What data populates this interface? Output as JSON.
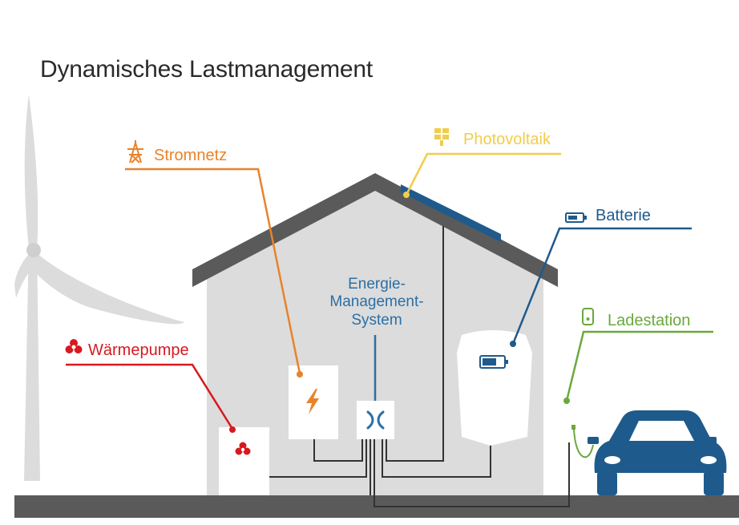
{
  "title": "Dynamisches Lastmanagement",
  "labels": {
    "stromnetz": "Stromnetz",
    "photovoltaik": "Photovoltaik",
    "batterie": "Batterie",
    "waermepumpe": "Wärmepumpe",
    "ladestation": "Ladestation",
    "ems_line1": "Energie-",
    "ems_line2": "Management-",
    "ems_line3": "System"
  },
  "colors": {
    "stromnetz": "#e8832a",
    "photovoltaik": "#f0cd4b",
    "batterie": "#1f5a8c",
    "waermepumpe": "#d71920",
    "ladestation": "#6aa83c",
    "ems": "#2b6fa6",
    "house": "#dcdcdc",
    "roof": "#5a5a5a",
    "ground": "#5a5a5a",
    "wind": "#dcdcdc",
    "car": "#1f5a8c"
  },
  "icons": [
    "pylon-icon",
    "solar-panel-icon",
    "battery-icon",
    "fan-icon",
    "charger-icon",
    "lightning-icon",
    "ems-switch-icon",
    "car-icon"
  ]
}
